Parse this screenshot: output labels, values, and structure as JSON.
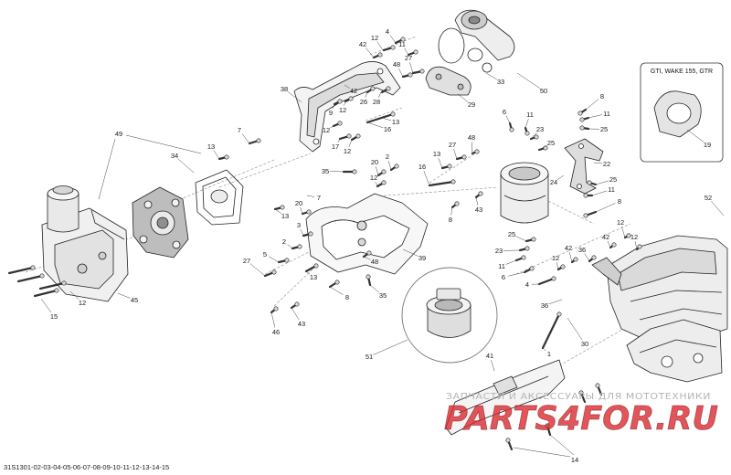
{
  "diagram": {
    "variant_box_label": "GTI, WAKE 155, GTR",
    "drawing_code": "31S1301-02-03-04-05-06-07-08-09-10-11-12-13-14-15",
    "watermark_text": "ЗАПЧАСТИ И АКСЕССУАРЫ ДЛЯ МОТОТЕХНИКИ",
    "watermark_logo": "PARTS4FOR.RU"
  },
  "callouts": [
    "4",
    "12",
    "42",
    "11",
    "48",
    "27",
    "26",
    "28",
    "42",
    "9",
    "12",
    "38",
    "13",
    "16",
    "12",
    "17",
    "12",
    "29",
    "33",
    "50",
    "49",
    "7",
    "13",
    "34",
    "35",
    "20",
    "2",
    "12",
    "7",
    "13",
    "20",
    "3",
    "2",
    "5",
    "27",
    "13",
    "8",
    "43",
    "46",
    "35",
    "48",
    "39",
    "45",
    "12",
    "15",
    "16",
    "13",
    "27",
    "48",
    "8",
    "43",
    "51",
    "6",
    "11",
    "23",
    "25",
    "8",
    "11",
    "25",
    "22",
    "24",
    "25",
    "11",
    "8",
    "25",
    "23",
    "11",
    "6",
    "4",
    "12",
    "42",
    "36",
    "42",
    "12",
    "12",
    "36",
    "30",
    "52",
    "19",
    "1",
    "41",
    "14"
  ]
}
